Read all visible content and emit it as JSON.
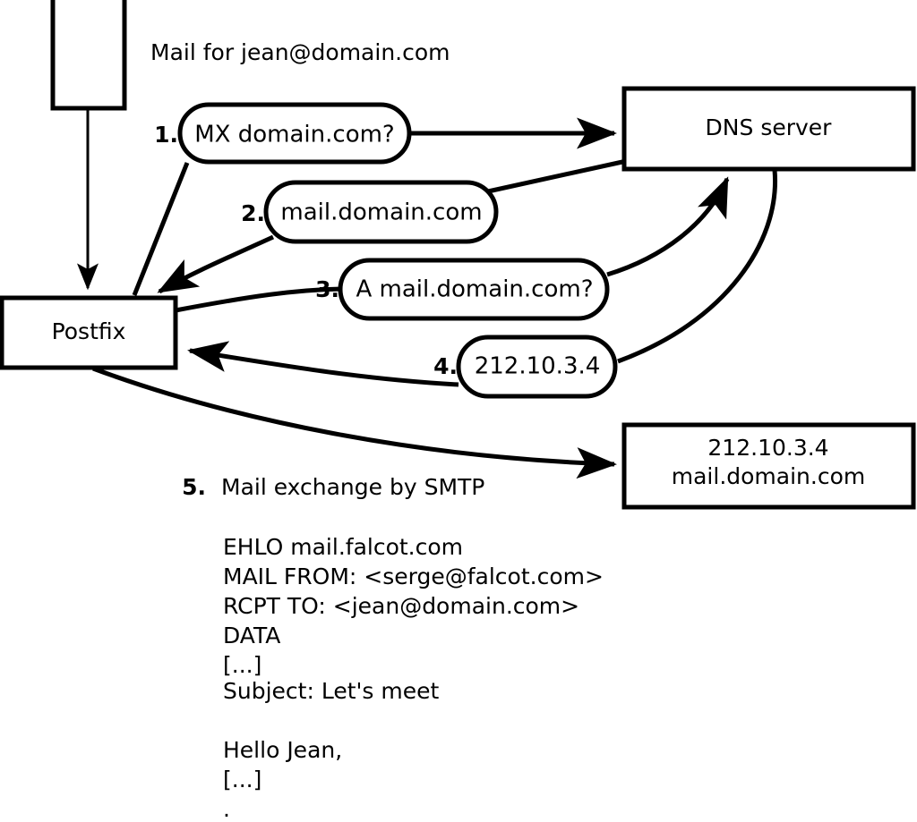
{
  "diagram": {
    "title_label": "Mail for jean@domain.com",
    "nodes": {
      "mail_client": {
        "label": ""
      },
      "postfix": {
        "label": "Postfix"
      },
      "dns_server": {
        "label": "DNS server"
      },
      "target_server": {
        "line1": "212.10.3.4",
        "line2": "mail.domain.com"
      }
    },
    "steps": [
      {
        "number": "1.",
        "label": "MX domain.com?"
      },
      {
        "number": "2.",
        "label": "mail.domain.com"
      },
      {
        "number": "3.",
        "label": "A mail.domain.com?"
      },
      {
        "number": "4.",
        "label": "212.10.3.4"
      }
    ],
    "smtp": {
      "number": "5.",
      "heading": "Mail exchange by SMTP",
      "transcript": [
        "EHLO mail.falcot.com",
        "MAIL FROM: <serge@falcot.com>",
        "RCPT TO: <jean@domain.com>",
        "DATA",
        "[...]",
        "Subject: Let's meet",
        "",
        "Hello Jean,",
        "[...]",
        "."
      ]
    },
    "colors": {
      "stroke": "#000000",
      "fill": "#ffffff",
      "background": "#ffffff"
    }
  }
}
